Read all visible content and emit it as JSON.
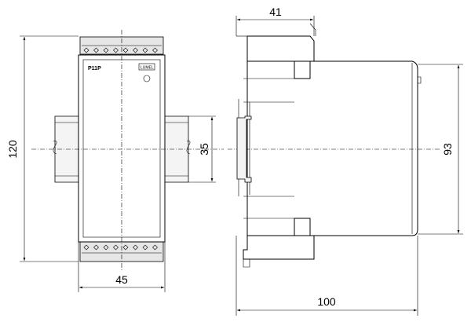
{
  "front_view": {
    "model_label": "P11P",
    "logo_label": "LUMEL",
    "width_dim": "45",
    "height_dim": "120",
    "rail_dim": "35"
  },
  "side_view": {
    "depth_dim": "100",
    "top_depth_dim": "41",
    "height_dim": "93"
  }
}
